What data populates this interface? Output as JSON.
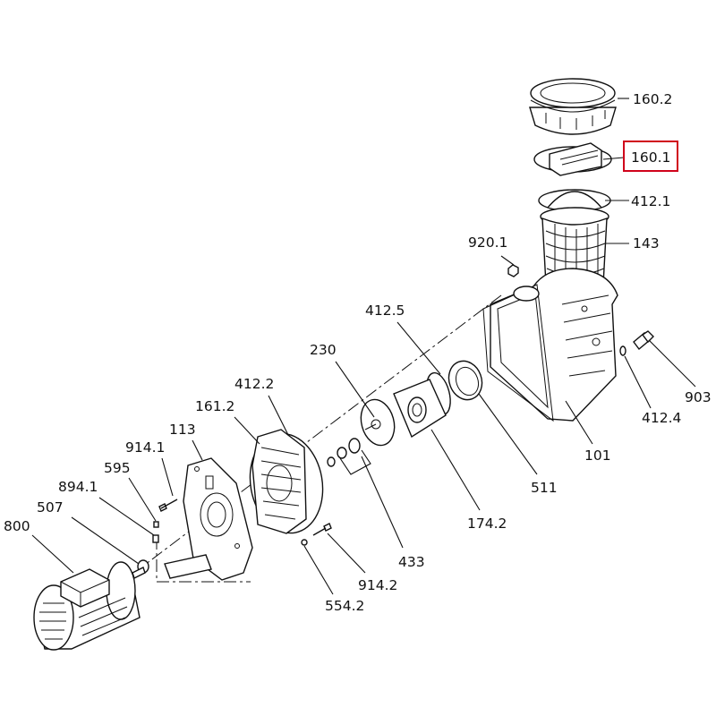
{
  "diagram": {
    "type": "exploded-parts-view",
    "highlight_color": "#d0021b",
    "highlighted_part": "160.1",
    "labels": {
      "p160_2": "160.2",
      "p160_1": "160.1",
      "p412_1": "412.1",
      "p143": "143",
      "p920_1": "920.1",
      "p412_5": "412.5",
      "p230": "230",
      "p412_2": "412.2",
      "p161_2": "161.2",
      "p113": "113",
      "p914_1": "914.1",
      "p595": "595",
      "p894_1": "894.1",
      "p507": "507",
      "p800": "800",
      "p903": "903",
      "p412_4": "412.4",
      "p101": "101",
      "p511": "511",
      "p174_2": "174.2",
      "p433": "433",
      "p914_2": "914.2",
      "p554_2": "554.2"
    }
  }
}
